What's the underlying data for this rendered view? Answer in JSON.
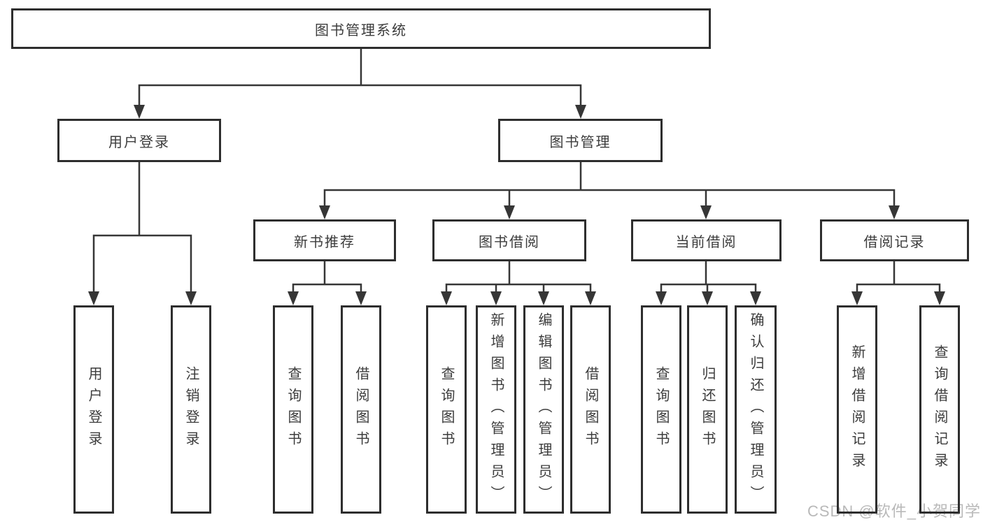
{
  "page": {
    "watermark": "CSDN @软件_小贺同学",
    "colors": {
      "background": "#ffffff",
      "box_fill": "#ffffff",
      "box_border": "#2e2e2e",
      "line": "#363636",
      "text": "#3c3c3c",
      "watermark": "#b9b9b9"
    }
  },
  "tree": {
    "root": {
      "label": "图书管理系统"
    },
    "branches": [
      {
        "label": "用户登录",
        "leaves": [
          {
            "label": "用户登录"
          },
          {
            "label": "注销登录"
          }
        ]
      },
      {
        "label": "图书管理",
        "groups": [
          {
            "label": "新书推荐",
            "leaves": [
              {
                "label": "查询图书"
              },
              {
                "label": "借阅图书"
              }
            ]
          },
          {
            "label": "图书借阅",
            "leaves": [
              {
                "label": "查询图书"
              },
              {
                "label": "新增图书（管理员）"
              },
              {
                "label": "编辑图书（管理员）"
              },
              {
                "label": "借阅图书"
              }
            ]
          },
          {
            "label": "当前借阅",
            "leaves": [
              {
                "label": "查询图书"
              },
              {
                "label": "归还图书"
              },
              {
                "label": "确认归还（管理员）"
              }
            ]
          },
          {
            "label": "借阅记录",
            "leaves": [
              {
                "label": "新增借阅记录"
              },
              {
                "label": "查询借阅记录"
              }
            ]
          }
        ]
      }
    ]
  }
}
